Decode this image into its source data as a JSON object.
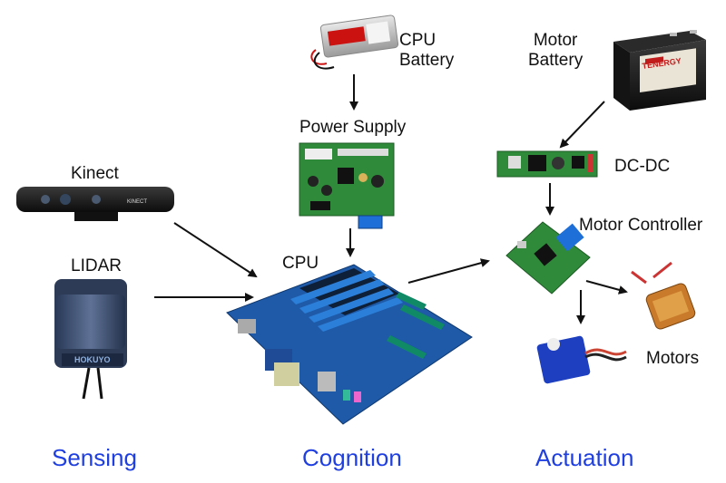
{
  "components": {
    "cpu_battery": "CPU\nBattery",
    "motor_battery": "Motor\nBattery",
    "power_supply": "Power Supply",
    "dc_dc": "DC-DC",
    "kinect": "Kinect",
    "lidar": "LIDAR",
    "cpu": "CPU",
    "motor_controller": "Motor Controller",
    "motors": "Motors"
  },
  "sections": {
    "sensing": "Sensing",
    "cognition": "Cognition",
    "actuation": "Actuation"
  },
  "device_markings": {
    "motor_battery_brand": "TENERGY",
    "kinect_brand": "KINECT",
    "lidar_brand": "HOKUYO"
  },
  "colors": {
    "section_text": "#1f3fe0",
    "pcb_green": "#2f8a3a",
    "motherboard_blue": "#1e5aa8",
    "arrow": "#111111"
  }
}
